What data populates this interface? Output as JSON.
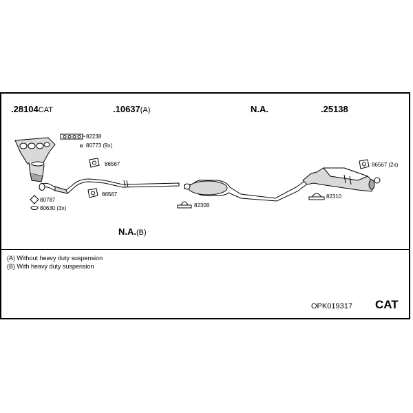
{
  "headers": [
    {
      "id": "h1",
      "number": ".28104",
      "suffix": "CAT"
    },
    {
      "id": "h2",
      "number": ".10637",
      "suffix": "(A)"
    },
    {
      "id": "h3",
      "number": "N.A.",
      "suffix": ""
    },
    {
      "id": "h4",
      "number": ".25138",
      "suffix": ""
    },
    {
      "id": "h5",
      "number": "N.A.",
      "suffix": "(B)"
    }
  ],
  "part_refs": {
    "r82238": "82238",
    "r80773": "80773 (9x)",
    "r86567a": "86567",
    "r86567b": "86567",
    "r80787": "80787",
    "r80630": "80630 (3x)",
    "r82308": "82308",
    "r86567c": "86567 (2x)",
    "r82310": "82310"
  },
  "notes": {
    "a": "(A) Without heavy duty suspension",
    "b": "(B) With heavy duty suspension"
  },
  "kit_code": "OPK019317",
  "kit_type": "CAT",
  "colors": {
    "line": "#000000",
    "part_fill": "#d9d9d9",
    "part_dark": "#a6a6a6"
  }
}
